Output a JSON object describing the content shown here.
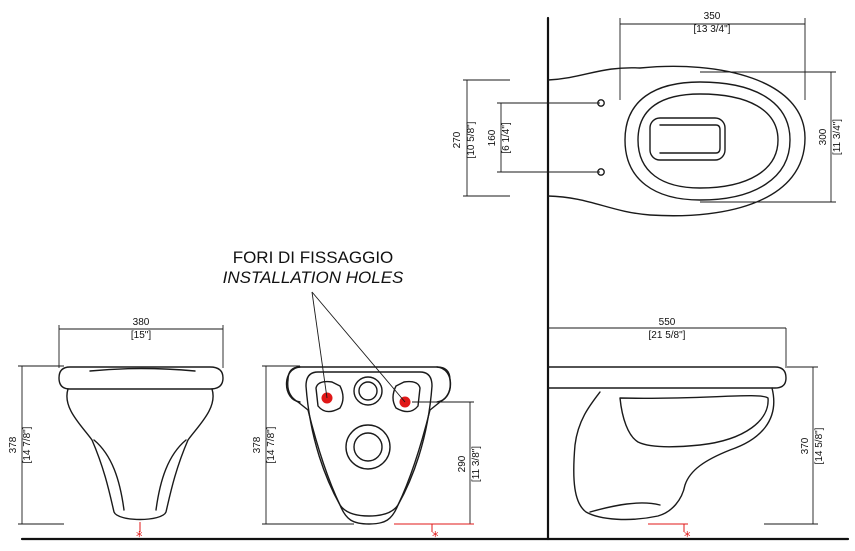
{
  "label": {
    "line1": "FORI DI FISSAGGIO",
    "line2": "INSTALLATION HOLES"
  },
  "top_view": {
    "width_mm": "350",
    "width_in": "[13 3/4\"]",
    "depth_mm": "270",
    "depth_in": "[10 5/8\"]",
    "holes_mm": "160",
    "holes_in": "[6 1/4\"]",
    "bowl_mm": "300",
    "bowl_in": "[11 3/4\"]"
  },
  "front_view": {
    "width_mm": "380",
    "width_in": "[15\"]",
    "height_mm": "378",
    "height_in": "[14 7/8\"]"
  },
  "rear_view": {
    "height_mm": "378",
    "height_in": "[14 7/8\"]",
    "holes_height_mm": "290",
    "holes_height_in": "[11 3/8\"]"
  },
  "side_view": {
    "length_mm": "550",
    "length_in": "[21 5/8\"]",
    "height_mm": "370",
    "height_in": "[14 5/8\"]"
  },
  "marker": "*",
  "colors": {
    "line": "#1a1a1a",
    "accent": "#e01818",
    "background": "#ffffff"
  }
}
